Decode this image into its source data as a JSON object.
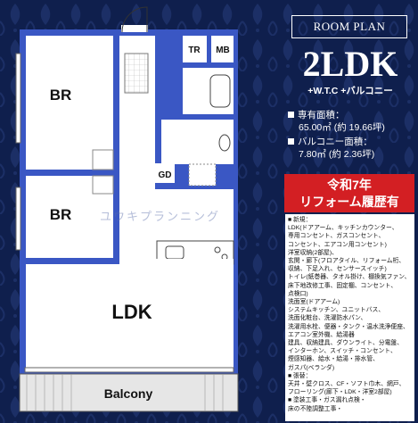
{
  "title": "ROOM PLAN",
  "layout": "2LDK",
  "subtitle": "+W.T.C +バルコニー",
  "area": {
    "floor_label": "専有面積：",
    "floor_value": "65.00㎡ (約 19.66坪)",
    "balcony_label": "バルコニー面積：",
    "balcony_value": "7.80㎡ (約  2.36坪)"
  },
  "renovation": {
    "line1": "令和7年",
    "line2": "リフォーム履歴有"
  },
  "notes": [
    "■ 新規：",
    "LDK(ドアアーム、キッチンカウンター、",
    "専用コンセント、ガスコンセント、",
    "コンセント、エアコン用コンセント)",
    "洋室収納(2部屋)、",
    "玄関・廊下(フロアタイル、リフォーム桁、",
    "収納、下足入れ、センサースイッチ)",
    "トイレ(紙巻器、タオル掛け、棚換気ファン、",
    "床下地改修工事、固定棚、コンセント、",
    "点検口)",
    "洗面室(ドアアーム)",
    "システムキッチン、ユニットバス、",
    "洗面化粧台、洗濯防水パン、",
    "洗濯用水栓、便器・タンク・温水洗浄便座、",
    "エアコン室外機、給湯器",
    "建具、収納建具、ダウンライト、分電盤、",
    "インターホン、スイッチ・コンセント、",
    "煙感知器、給水・給湯・排水管、",
    "ガスパ(ベランダ)",
    "■ 張替：",
    "天井・壁クロス、CF・ソフト巾木、網戸、",
    "フローリング(廊下・LDK・洋室2部屋)",
    "■ 塗装工事・ガス漏れ点検・",
    "床の不陸調整工事・"
  ],
  "rooms": {
    "br1": "BR",
    "br2": "BR",
    "ldk": "LDK",
    "tr": "TR",
    "mb": "MB",
    "gd": "GD",
    "balcony": "Balcony"
  },
  "watermark": "ユウキプランニング",
  "colors": {
    "navy": "#0f1f4d",
    "wall": "#3a57c4",
    "red": "#d31f23"
  }
}
